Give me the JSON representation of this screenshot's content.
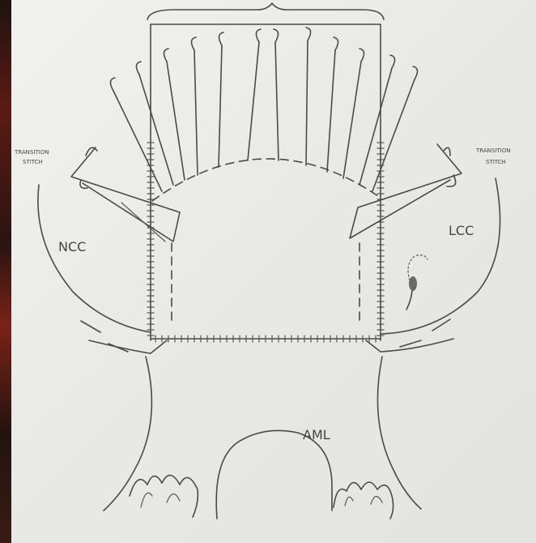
{
  "labels": {
    "ncc": "NCC",
    "lcc": "LCC",
    "aml": "AML",
    "transition_left_line1": "TRANSITION",
    "transition_left_line2": "STITCH",
    "transition_right_line1": "TRANSITION",
    "transition_right_line2": "STITCH"
  },
  "icons": {
    "left_edge": "dark-red-background-strip",
    "coronary_ostium": "sketched-ostium-mark"
  },
  "colors": {
    "paper": "#ececea",
    "pencil": "#4a4a4a"
  }
}
